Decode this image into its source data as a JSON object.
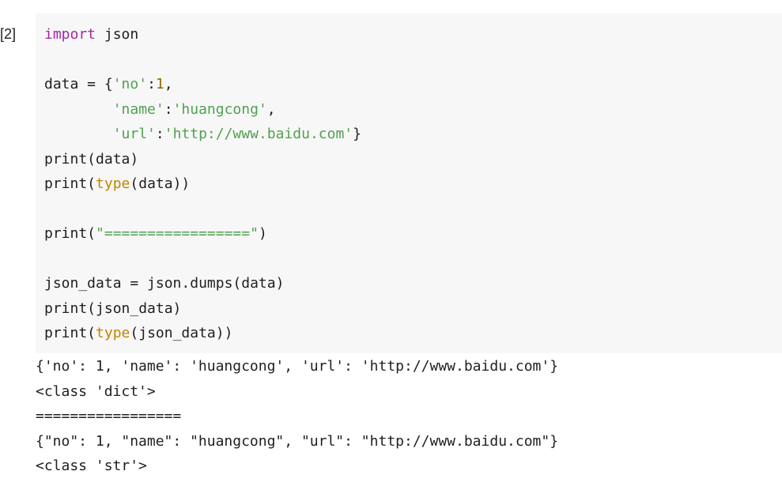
{
  "cell": {
    "execution_count": "[2]"
  },
  "code": {
    "line1": {
      "kw": "import",
      "rest": " json"
    },
    "line3": {
      "a": "data = {",
      "s1": "'no'",
      "b": ":",
      "n1": "1",
      "c": ","
    },
    "line4": {
      "indent": "        ",
      "s1": "'name'",
      "b": ":",
      "s2": "'huangcong'",
      "c": ","
    },
    "line5": {
      "indent": "        ",
      "s1": "'url'",
      "b": ":",
      "s2": "'http://www.baidu.com'",
      "c": "}"
    },
    "line6": {
      "text": "print(data)"
    },
    "line7": {
      "a": "print(",
      "bi": "type",
      "b": "(data))"
    },
    "line9": {
      "a": "print(",
      "s": "\"=================\"",
      "b": ")"
    },
    "line11": {
      "text": "json_data = json.dumps(data)"
    },
    "line12": {
      "text": "print(json_data)"
    },
    "line13": {
      "a": "print(",
      "bi": "type",
      "b": "(json_data))"
    }
  },
  "output": {
    "lines": [
      "{'no': 1, 'name': 'huangcong', 'url': 'http://www.baidu.com'}",
      "<class 'dict'>",
      "=================",
      "{\"no\": 1, \"name\": \"huangcong\", \"url\": \"http://www.baidu.com\"}",
      "<class 'str'>"
    ]
  },
  "colors": {
    "keyword": "#a626a4",
    "string": "#50a14f",
    "number": "#986801",
    "builtin": "#c18401",
    "cell_background": "#f7f7f7"
  }
}
